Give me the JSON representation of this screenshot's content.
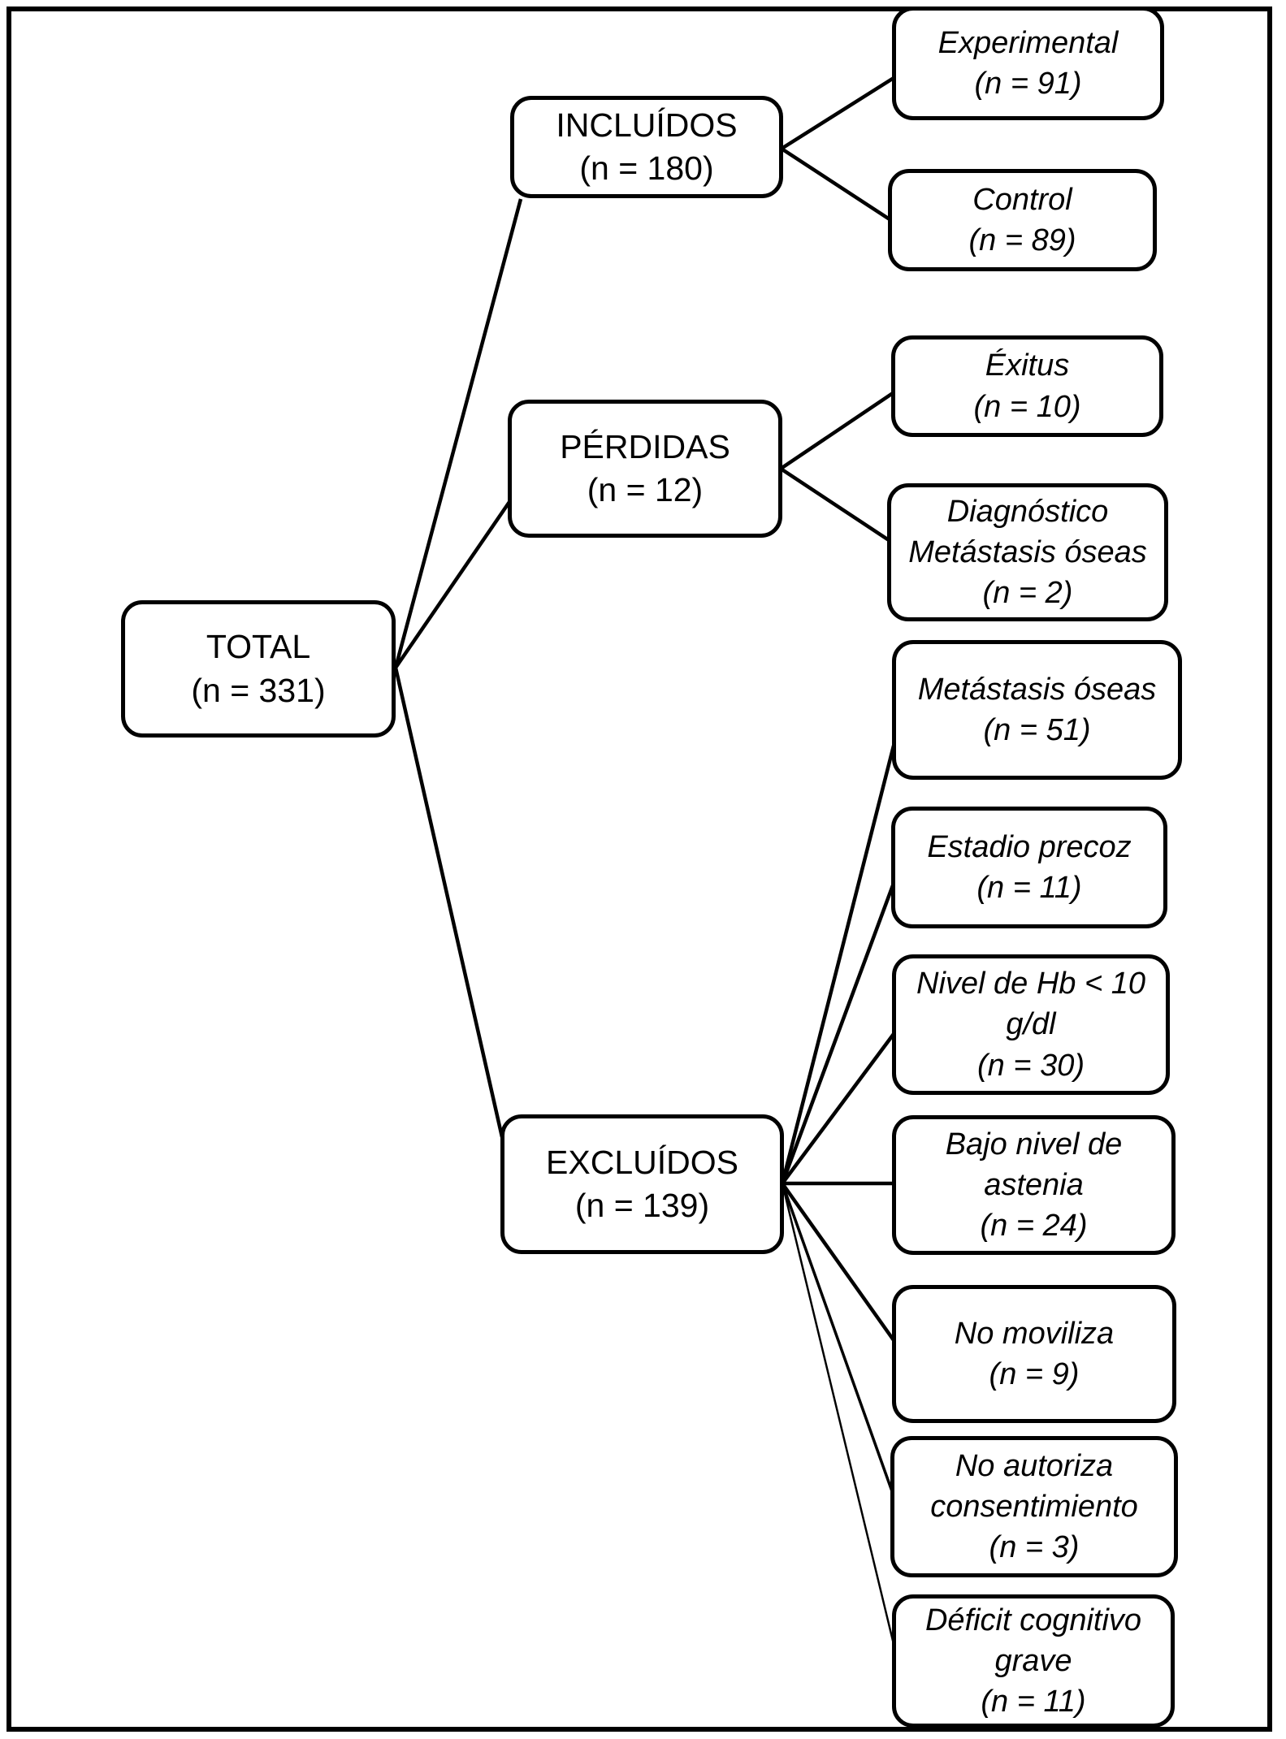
{
  "nodes": {
    "total": {
      "label": "TOTAL",
      "n": "(n = 331)"
    },
    "incluidos": {
      "label": "INCLUÍDOS",
      "n": "(n = 180)"
    },
    "perdidas": {
      "label": "PÉRDIDAS",
      "n": "(n = 12)"
    },
    "excluidos": {
      "label": "EXCLUÍDOS",
      "n": "(n = 139)"
    },
    "experimental": {
      "label": "Experimental",
      "n": "(n = 91)"
    },
    "control": {
      "label": "Control",
      "n": "(n = 89)"
    },
    "exitus": {
      "label": "Éxitus",
      "n": "(n = 10)"
    },
    "diagnostico_metastasis": {
      "label": "Diagnóstico Metástasis óseas",
      "n": "(n = 2)"
    },
    "metastasis_oseas": {
      "label": "Metástasis óseas",
      "n": "(n = 51)"
    },
    "estadio_precoz": {
      "label": "Estadio precoz",
      "n": "(n = 11)"
    },
    "nivel_hb": {
      "label": "Nivel de Hb < 10 g/dl",
      "n": "(n = 30)"
    },
    "bajo_astenia": {
      "label": "Bajo nivel de astenia",
      "n": "(n = 24)"
    },
    "no_moviliza": {
      "label": "No moviliza",
      "n": "(n = 9)"
    },
    "no_autoriza": {
      "label": "No autoriza consentimiento",
      "n": "(n = 3)"
    },
    "deficit_cognitivo": {
      "label": "Déficit cognitivo grave",
      "n": "(n = 11)"
    }
  },
  "colors": {
    "ink": "#000000",
    "background": "#ffffff"
  }
}
